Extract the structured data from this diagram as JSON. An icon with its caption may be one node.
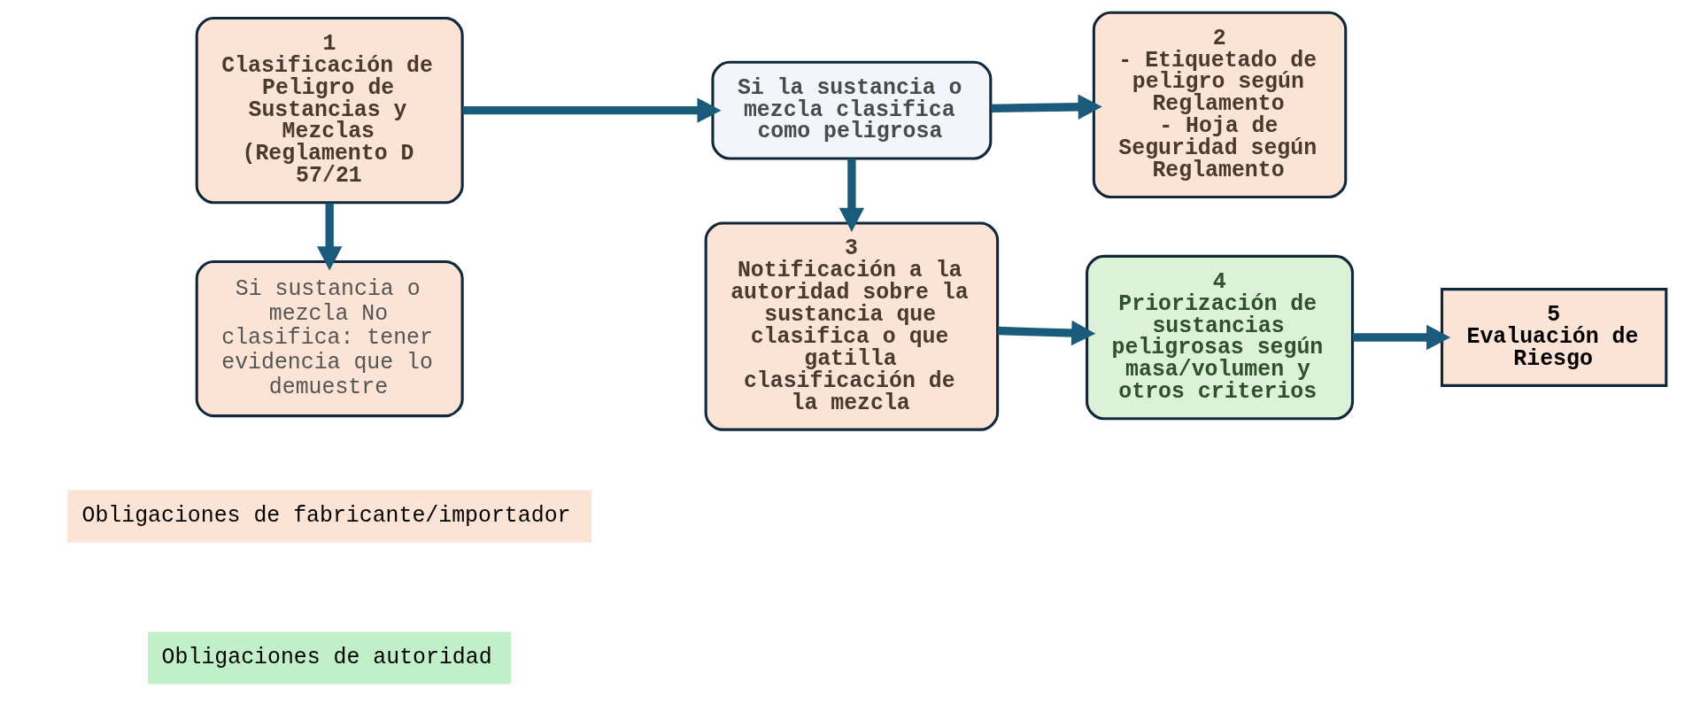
{
  "diagram": {
    "nodes": [
      {
        "text": [
          "1",
          "Clasificación de Peligro de Sustancias y Mezclas (Reglamento D 57/21"
        ]
      },
      {
        "text": [
          "Si la sustancia o mezcla clasifica como peligrosa"
        ]
      },
      {
        "text": [
          "2",
          "- Etiquetado de peligro según Reglamento",
          "- Hoja de Seguridad según Reglamento"
        ]
      },
      {
        "text": [
          "Si sustancia o mezcla No clasifica: tener evidencia que lo demuestre"
        ]
      },
      {
        "text": [
          "3",
          "Notificación a la autoridad sobre la sustancia que clasifica o que gatilla clasificación de la mezcla"
        ]
      },
      {
        "text": [
          "4",
          "Priorización de sustancias peligrosas según masa/volumen y otros criterios"
        ]
      },
      {
        "text": [
          "5",
          "Evaluación de Riesgo"
        ]
      }
    ],
    "edges": [
      {
        "from": 0,
        "to": 1,
        "arrow": "to"
      },
      {
        "from": 1,
        "to": 2,
        "arrow": "to"
      },
      {
        "from": 0,
        "to": 3,
        "arrow": "to"
      },
      {
        "from": 1,
        "to": 4,
        "arrow": "to"
      },
      {
        "from": 4,
        "to": 5,
        "arrow": "to"
      },
      {
        "from": 5,
        "to": 6,
        "arrow": "to"
      }
    ],
    "legend": [
      {
        "text": "Obligaciones de fabricante/importador",
        "color": "#fbe3d6"
      },
      {
        "text": "Obligaciones de autoridad",
        "color": "#c1f0c8"
      }
    ]
  }
}
